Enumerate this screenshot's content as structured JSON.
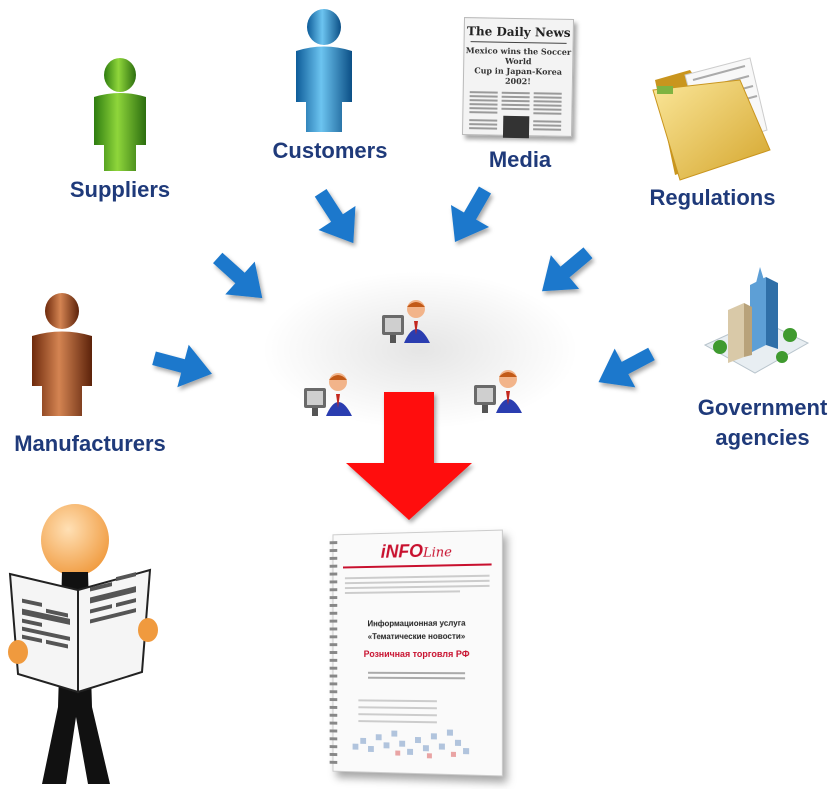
{
  "sources": {
    "suppliers": "Suppliers",
    "customers": "Customers",
    "media": "Media",
    "regulations": "Regulations",
    "manufacturers": "Manufacturers",
    "government_line1": "Government",
    "government_line2": "agencies"
  },
  "newspaper": {
    "masthead": "The Daily News",
    "headline_line1": "Mexico wins the Soccer World",
    "headline_line2": "Cup in Japan-Korea 2002!"
  },
  "report": {
    "brand_main": "iNFO",
    "brand_script": "Line",
    "service_line1": "Информационная услуга",
    "service_line2": "«Тематические новости»",
    "subject": "Розничная торговля РФ"
  },
  "colors": {
    "arrow_blue": "#1b78cc",
    "arrow_red": "#ff0a0a",
    "label_navy": "#1f3a7a"
  }
}
